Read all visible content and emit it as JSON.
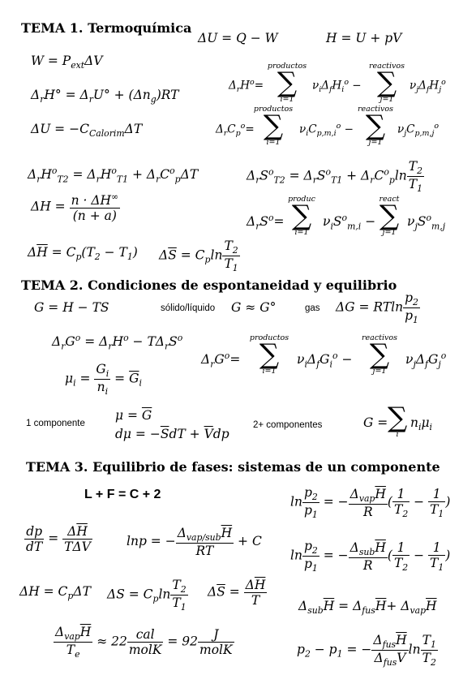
{
  "tema1": {
    "title": "TEMA 1. Termoquímica",
    "eq_dU_Q_W": "ΔU = Q − W",
    "eq_H_U_pV": "H = U + pV",
    "eq_W": "W = P",
    "eq_W_sub": "ext",
    "eq_W_tail": "ΔV",
    "eq_dH_dU": "Δ",
    "eq_dU_calorim": "ΔU = −C",
    "sum_productos": "productos",
    "sum_reactivos": "reactivos",
    "sum_i1": "i=1",
    "sum_j1": "j=1",
    "sum_produc": "produc",
    "sum_react": "react",
    "eq_dH_frac_num": "n · ΔH",
    "eq_dH_frac_den": "(n + a)"
  },
  "tema2": {
    "title": "TEMA 2.  Condiciones de espontaneidad y equilibrio",
    "eq_G": "G = H − TS",
    "note_solido": "sólido/líquido",
    "eq_solido": "G ≈ G°",
    "note_gas": "gas",
    "note_1comp": "1 componente",
    "note_2comp": "2+ componentes",
    "sum_productos": "productos",
    "sum_reactivos": "reactivos",
    "sum_i1": "i=1",
    "sum_j1": "j=1",
    "sum_i": "i"
  },
  "tema3": {
    "title": "TEMA 3. Equilibrio de fases: sistemas de un componente",
    "gibbs_rule": "L + F = C + 2",
    "trouton_22": "≈ 22",
    "trouton_92": "= 92",
    "cal": "cal",
    "molK": "molK",
    "J": "J"
  }
}
